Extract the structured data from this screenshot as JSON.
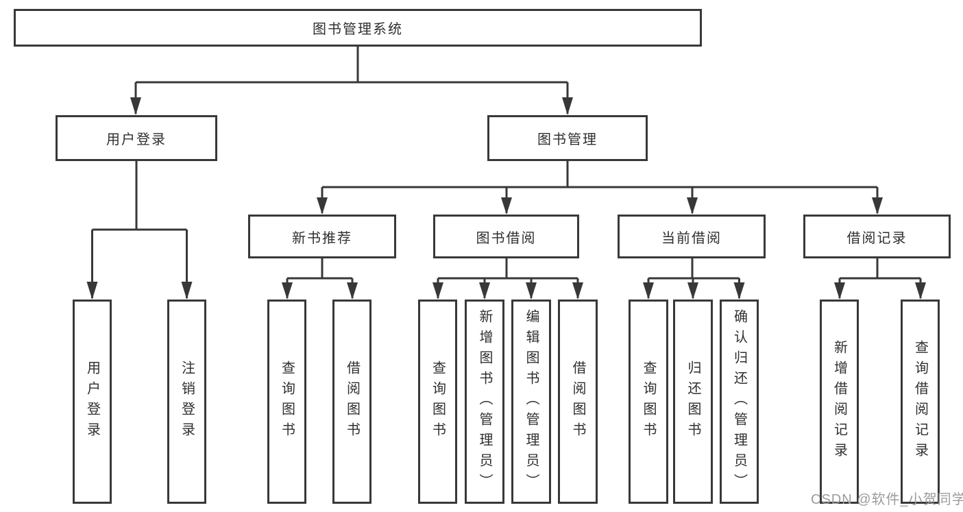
{
  "diagram": {
    "root": {
      "label": "图书管理系统"
    },
    "branches": [
      {
        "label": "用户登录",
        "children": [
          {
            "label": "用户登录"
          },
          {
            "label": "注销登录"
          }
        ]
      },
      {
        "label": "图书管理",
        "children": [
          {
            "label": "新书推荐",
            "children": [
              {
                "label": "查询图书"
              },
              {
                "label": "借阅图书"
              }
            ]
          },
          {
            "label": "图书借阅",
            "children": [
              {
                "label": "查询图书"
              },
              {
                "label": "新增图书（管理员）"
              },
              {
                "label": "编辑图书（管理员）"
              },
              {
                "label": "借阅图书"
              }
            ]
          },
          {
            "label": "当前借阅",
            "children": [
              {
                "label": "查询图书"
              },
              {
                "label": "归还图书"
              },
              {
                "label": "确认归还（管理员）"
              }
            ]
          },
          {
            "label": "借阅记录",
            "children": [
              {
                "label": "新增借阅记录"
              },
              {
                "label": "查询借阅记录"
              }
            ]
          }
        ]
      }
    ]
  },
  "watermark": {
    "text": "CSDN @软件_小贺同学"
  },
  "colors": {
    "line": "#383838",
    "text": "#2f2f2f",
    "watermark": "#9b9b9b",
    "background": "#ffffff"
  }
}
